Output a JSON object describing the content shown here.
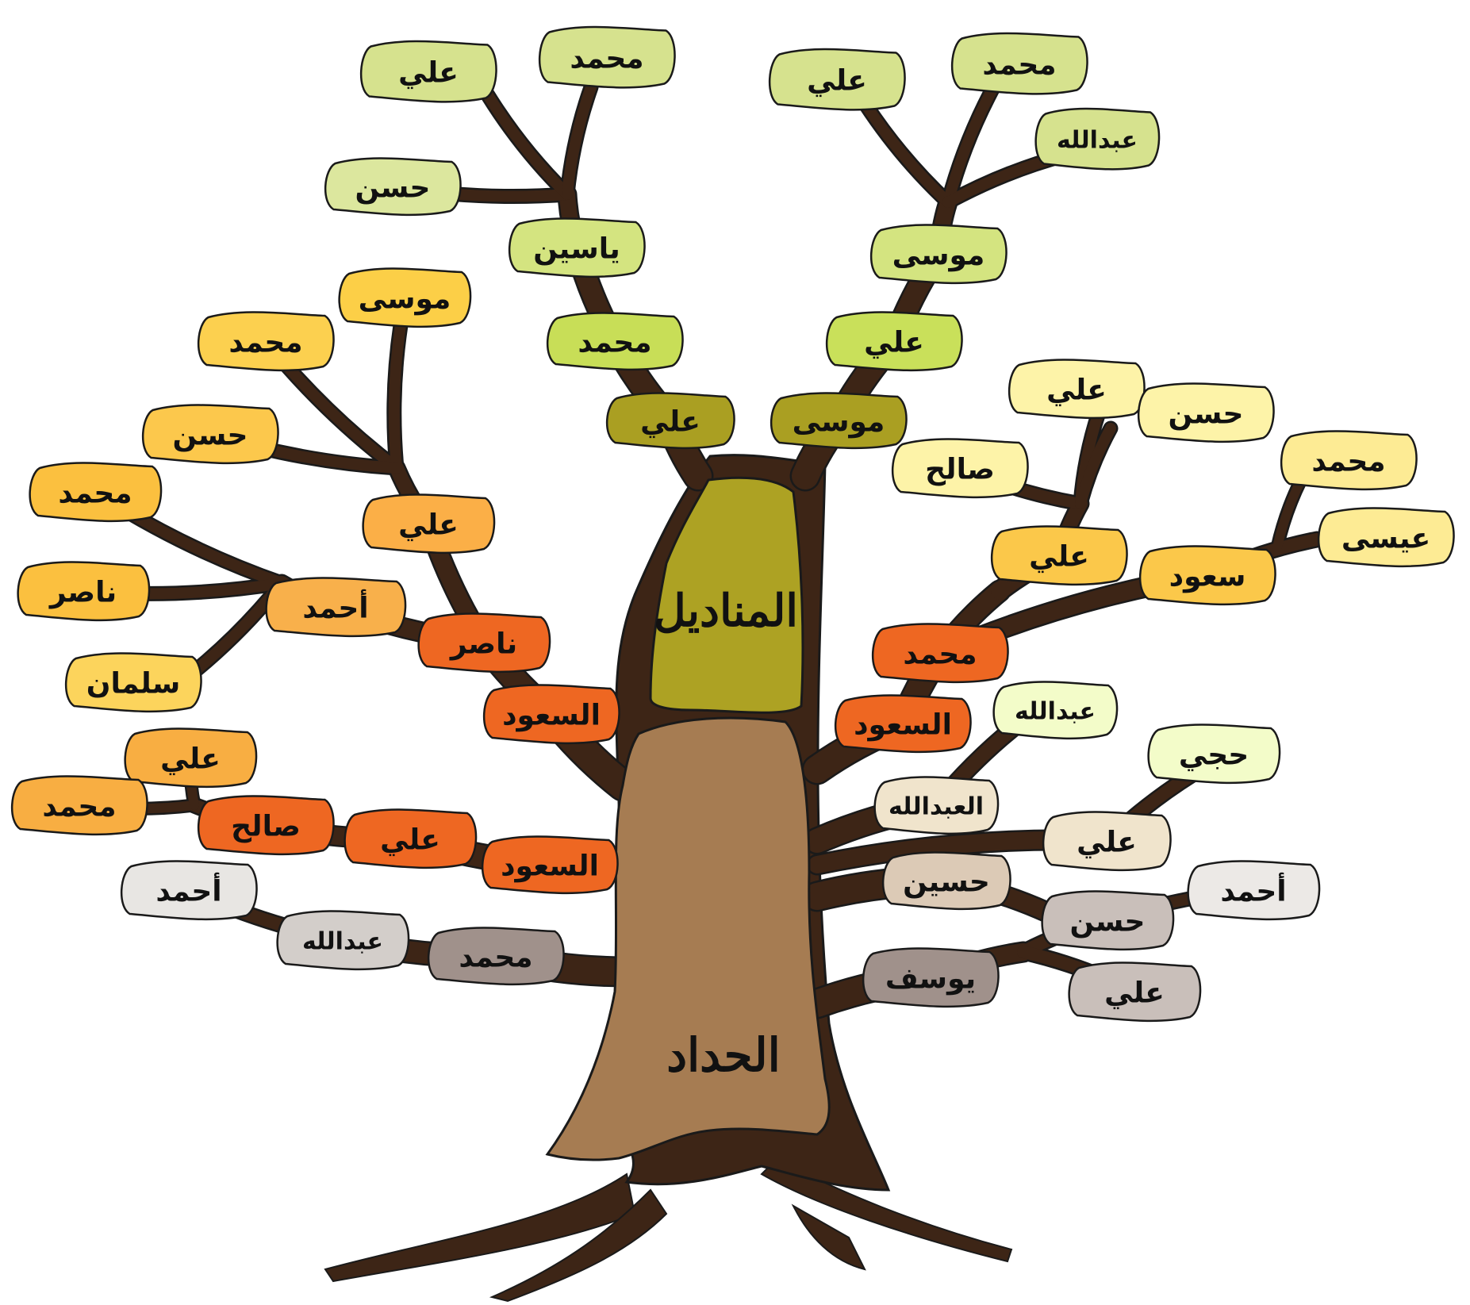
{
  "trunk": {
    "upper_label": "المناديل",
    "lower_label": "الحداد",
    "upper_color": "#ADA223",
    "lower_color": "#A67C52",
    "bark_color": "#3D2516"
  },
  "nodes": [
    {
      "id": "t1",
      "text": "علي",
      "color": "#AA9F22"
    },
    {
      "id": "t2",
      "text": "محمد",
      "color": "#C8DE57"
    },
    {
      "id": "t3",
      "text": "ياسين",
      "color": "#D4E480"
    },
    {
      "id": "t4",
      "text": "حسن",
      "color": "#DCE79E"
    },
    {
      "id": "t5",
      "text": "علي",
      "color": "#D6E28E"
    },
    {
      "id": "t6",
      "text": "محمد",
      "color": "#D6E28E"
    },
    {
      "id": "u1",
      "text": "موسى",
      "color": "#AA9F22"
    },
    {
      "id": "u2",
      "text": "علي",
      "color": "#C9E05A"
    },
    {
      "id": "u3",
      "text": "موسى",
      "color": "#D4E480"
    },
    {
      "id": "u4",
      "text": "علي",
      "color": "#D6E28E"
    },
    {
      "id": "u5",
      "text": "محمد",
      "color": "#D6E28E"
    },
    {
      "id": "u6",
      "text": "عبدالله",
      "color": "#D6E28E"
    },
    {
      "id": "l1",
      "text": "السعود",
      "color": "#EE6722"
    },
    {
      "id": "l2",
      "text": "ناصر",
      "color": "#EE6722"
    },
    {
      "id": "l3",
      "text": "أحمد",
      "color": "#F8B04B"
    },
    {
      "id": "l4",
      "text": "محمد",
      "color": "#FBC03F"
    },
    {
      "id": "l5",
      "text": "ناصر",
      "color": "#FBC03F"
    },
    {
      "id": "l6",
      "text": "سلمان",
      "color": "#FCD45C"
    },
    {
      "id": "l7",
      "text": "علي",
      "color": "#FBAF47"
    },
    {
      "id": "l8",
      "text": "حسن",
      "color": "#FCC84C"
    },
    {
      "id": "l9",
      "text": "محمد",
      "color": "#FCD04F"
    },
    {
      "id": "l10",
      "text": "موسى",
      "color": "#FCCF47"
    },
    {
      "id": "m1",
      "text": "السعود",
      "color": "#EE6722"
    },
    {
      "id": "m2",
      "text": "علي",
      "color": "#EE6722"
    },
    {
      "id": "m3",
      "text": "صالح",
      "color": "#EE6722"
    },
    {
      "id": "m4",
      "text": "علي",
      "color": "#F8AE42"
    },
    {
      "id": "m5",
      "text": "محمد",
      "color": "#F8AE42"
    },
    {
      "id": "g1",
      "text": "محمد",
      "color": "#A0918B"
    },
    {
      "id": "g2",
      "text": "عبدالله",
      "color": "#D3CECA"
    },
    {
      "id": "g3",
      "text": "أحمد",
      "color": "#E8E6E3"
    },
    {
      "id": "r1",
      "text": "السعود",
      "color": "#EE6722"
    },
    {
      "id": "r2",
      "text": "محمد",
      "color": "#EE6722"
    },
    {
      "id": "r3",
      "text": "علي",
      "color": "#FBC84A"
    },
    {
      "id": "r4",
      "text": "صالح",
      "color": "#FDF3A8"
    },
    {
      "id": "r5",
      "text": "علي",
      "color": "#FDF3A8"
    },
    {
      "id": "r6",
      "text": "حسن",
      "color": "#FDF3A8"
    },
    {
      "id": "r7",
      "text": "سعود",
      "color": "#FBC84A"
    },
    {
      "id": "r8",
      "text": "محمد",
      "color": "#FDEB94"
    },
    {
      "id": "r9",
      "text": "عيسى",
      "color": "#FDEB94"
    },
    {
      "id": "s1",
      "text": "العبدالله",
      "color": "#F0E4CC"
    },
    {
      "id": "s2",
      "text": "عبدالله",
      "color": "#F3FCC9"
    },
    {
      "id": "s3",
      "text": "علي",
      "color": "#F0E4CC"
    },
    {
      "id": "s4",
      "text": "حجي",
      "color": "#F3FCC9"
    },
    {
      "id": "s5",
      "text": "حسين",
      "color": "#DCCAB6"
    },
    {
      "id": "s6",
      "text": "يوسف",
      "color": "#A0918B"
    },
    {
      "id": "s7",
      "text": "حسن",
      "color": "#C9BFBA"
    },
    {
      "id": "s8",
      "text": "أحمد",
      "color": "#ECE9E6"
    },
    {
      "id": "s9",
      "text": "علي",
      "color": "#C9BFBA"
    }
  ]
}
